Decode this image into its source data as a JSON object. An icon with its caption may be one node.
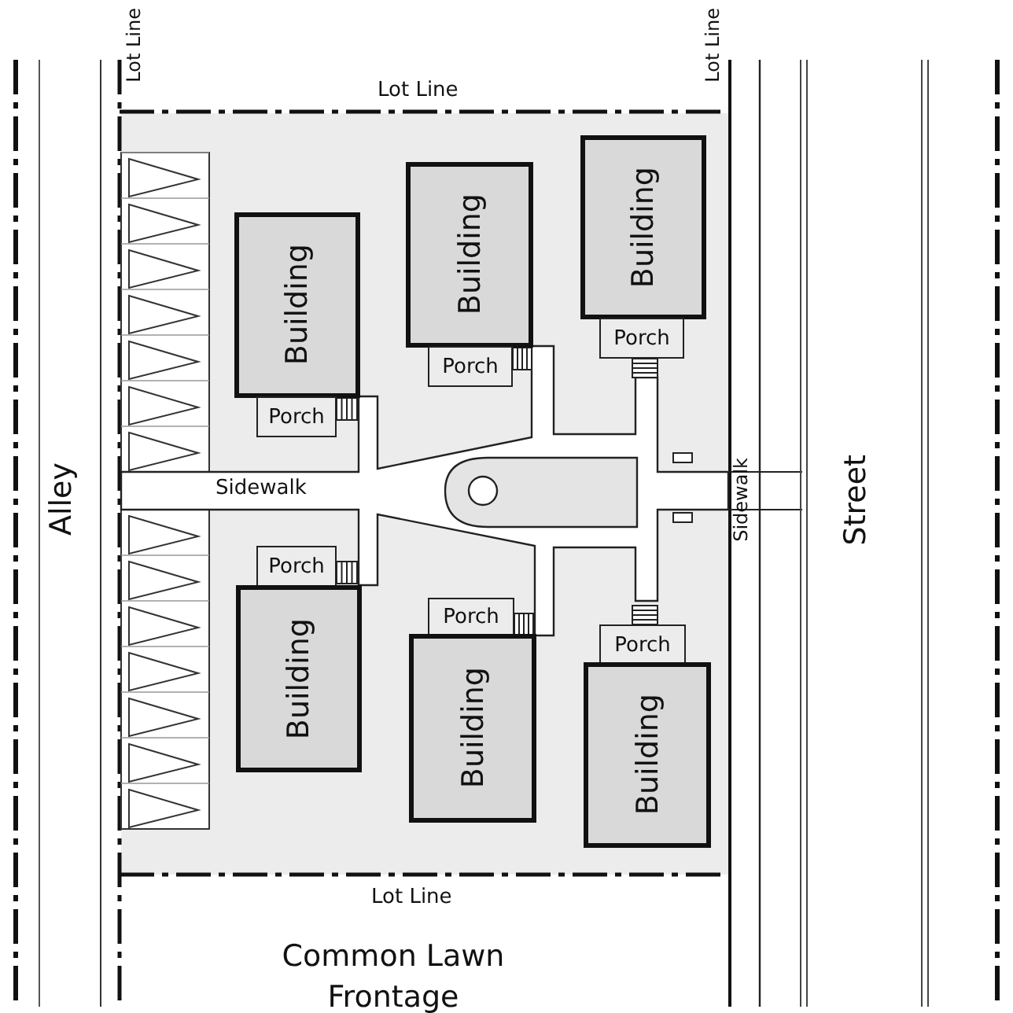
{
  "diagram": {
    "nodes": [
      {
        "text": [
          "Building"
        ]
      },
      {
        "text": [
          "Porch"
        ]
      },
      {
        "text": [
          "Building"
        ]
      },
      {
        "text": [
          "Porch"
        ]
      },
      {
        "text": [
          "Building"
        ]
      },
      {
        "text": [
          "Porch"
        ]
      },
      {
        "text": [
          "Porch"
        ]
      },
      {
        "text": [
          "Building"
        ]
      },
      {
        "text": [
          "Porch"
        ]
      },
      {
        "text": [
          "Building"
        ]
      },
      {
        "text": [
          "Porch"
        ]
      },
      {
        "text": [
          "Building"
        ]
      }
    ],
    "edges": [],
    "labels": [
      "Lot Line",
      "Lot Line",
      "Lot Line",
      "Alley",
      "Sidewalk",
      "Sidewalk",
      "Street",
      "Lot Line",
      "Common Lawn Frontage"
    ]
  }
}
